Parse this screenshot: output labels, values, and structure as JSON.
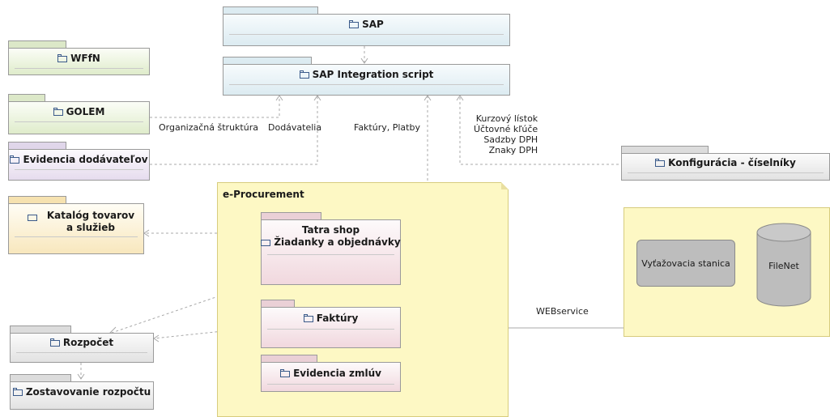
{
  "packages": {
    "sap": "SAP",
    "sap_integration": "SAP Integration script",
    "wffn": "WFfN",
    "golem": "GOLEM",
    "evidencia_dodavatelov": "Evidencia dodávateľov",
    "katalog": "Katalóg tovarov a služieb",
    "tatra_shop": "Tatra shop",
    "ziadanky": "Žiadanky a objednávky",
    "faktury": "Faktúry",
    "evidencia_zmluv": "Evidencia zmlúv",
    "rozpocet": "Rozpočet",
    "zostavovanie": "Zostavovanie rozpočtu",
    "konfiguracia": "Konfigurácia - číselníky"
  },
  "eprocurement_title": "e-Procurement",
  "system": {
    "station": "Vyťažovacia stanica",
    "filenet": "FileNet"
  },
  "labels": {
    "org_struktura": "Organizačná štruktúra",
    "dodavatelia": "Dodávatelia",
    "faktury_platby": "Faktúry, Platby",
    "config_lines": [
      "Kurzový lístok",
      "Účtovné kľúče",
      "Sadzby DPH",
      "Znaky DPH"
    ],
    "webservice": "WEBservice"
  }
}
